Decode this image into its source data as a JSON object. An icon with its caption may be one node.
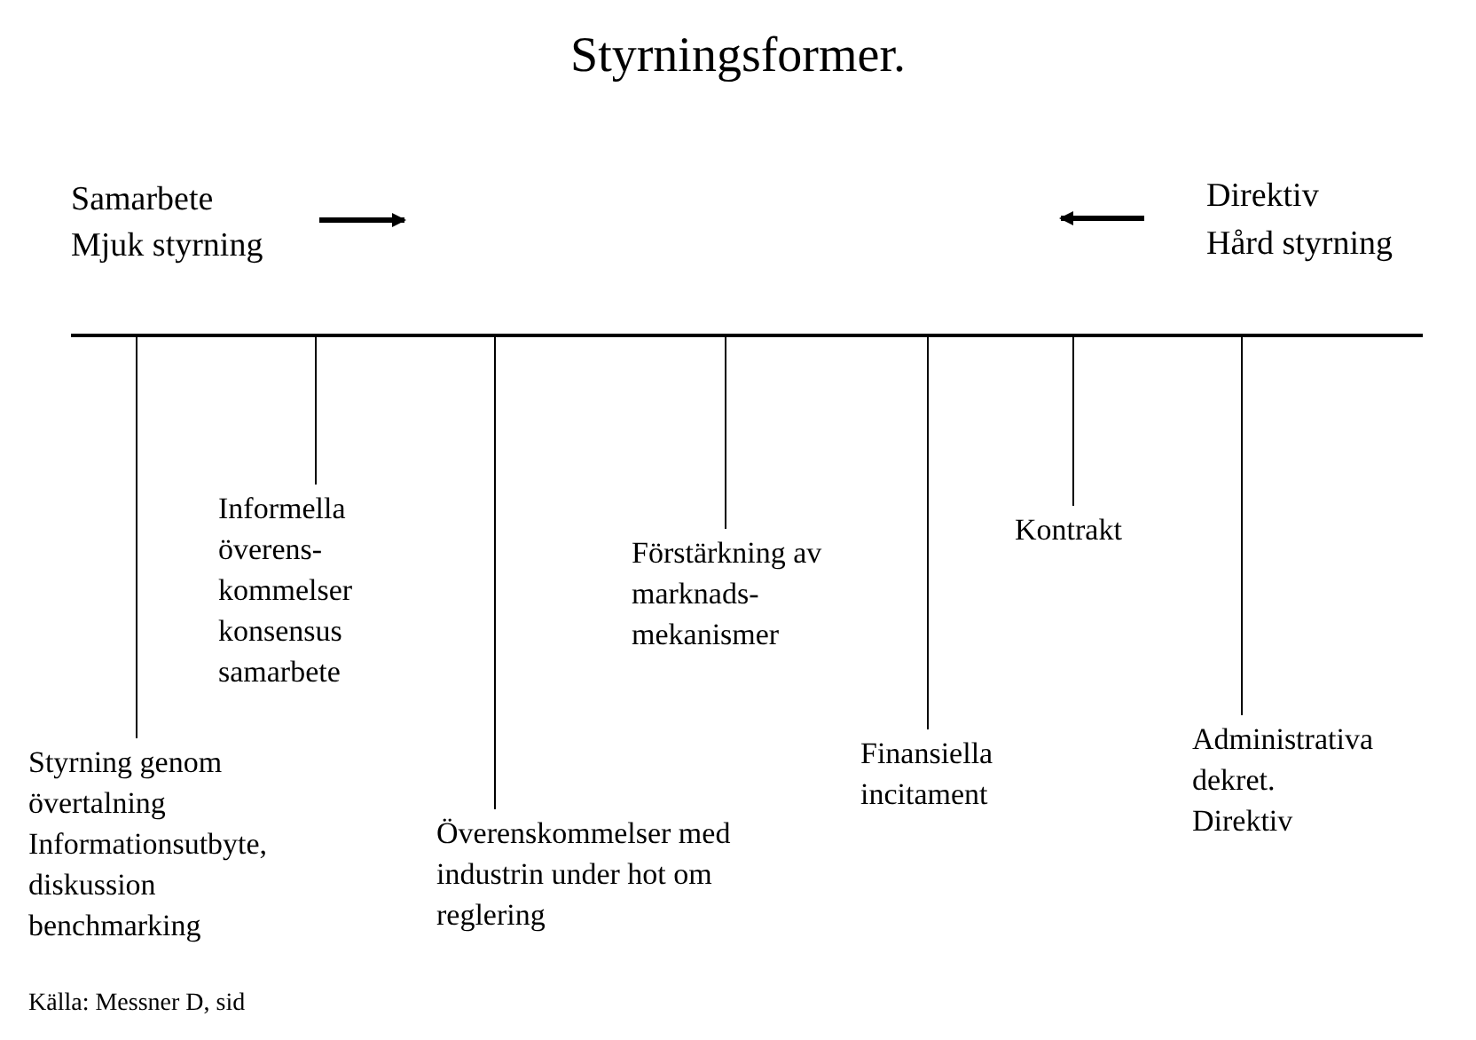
{
  "diagram": {
    "title": "Styrningsformer.",
    "nodes": [
      {
        "text": [
          "Styrning genom övertalning",
          "Informationsutbyte, diskussion benchmarking"
        ]
      },
      {
        "text": [
          "Informella överens- kommelser konsensus samarbete"
        ]
      },
      {
        "text": [
          "Överenskommelser med industrin under hot om reglering"
        ]
      },
      {
        "text": [
          "Förstärkning av marknads- mekanismer"
        ]
      },
      {
        "text": [
          "Finansiella incitament"
        ]
      },
      {
        "text": [
          "Kontrakt"
        ]
      },
      {
        "text": [
          "Administrativa dekret.",
          "Direktiv"
        ]
      },
      {
        "text": [],
        "shape": "bar"
      }
    ],
    "edges": [
      {
        "from": 0,
        "to": 7,
        "arrow": "none"
      },
      {
        "from": 1,
        "to": 7,
        "arrow": "none"
      },
      {
        "from": 2,
        "to": 7,
        "arrow": "none"
      },
      {
        "from": 3,
        "to": 7,
        "arrow": "none"
      },
      {
        "from": 4,
        "to": 7,
        "arrow": "none"
      },
      {
        "from": 5,
        "to": 7,
        "arrow": "none"
      },
      {
        "from": 6,
        "to": 7,
        "arrow": "none"
      }
    ],
    "labels": [
      "Samarbete",
      "Mjuk styrning",
      "Direktiv",
      "Hård styrning"
    ],
    "caption": "Källa: Messner D, sid"
  }
}
